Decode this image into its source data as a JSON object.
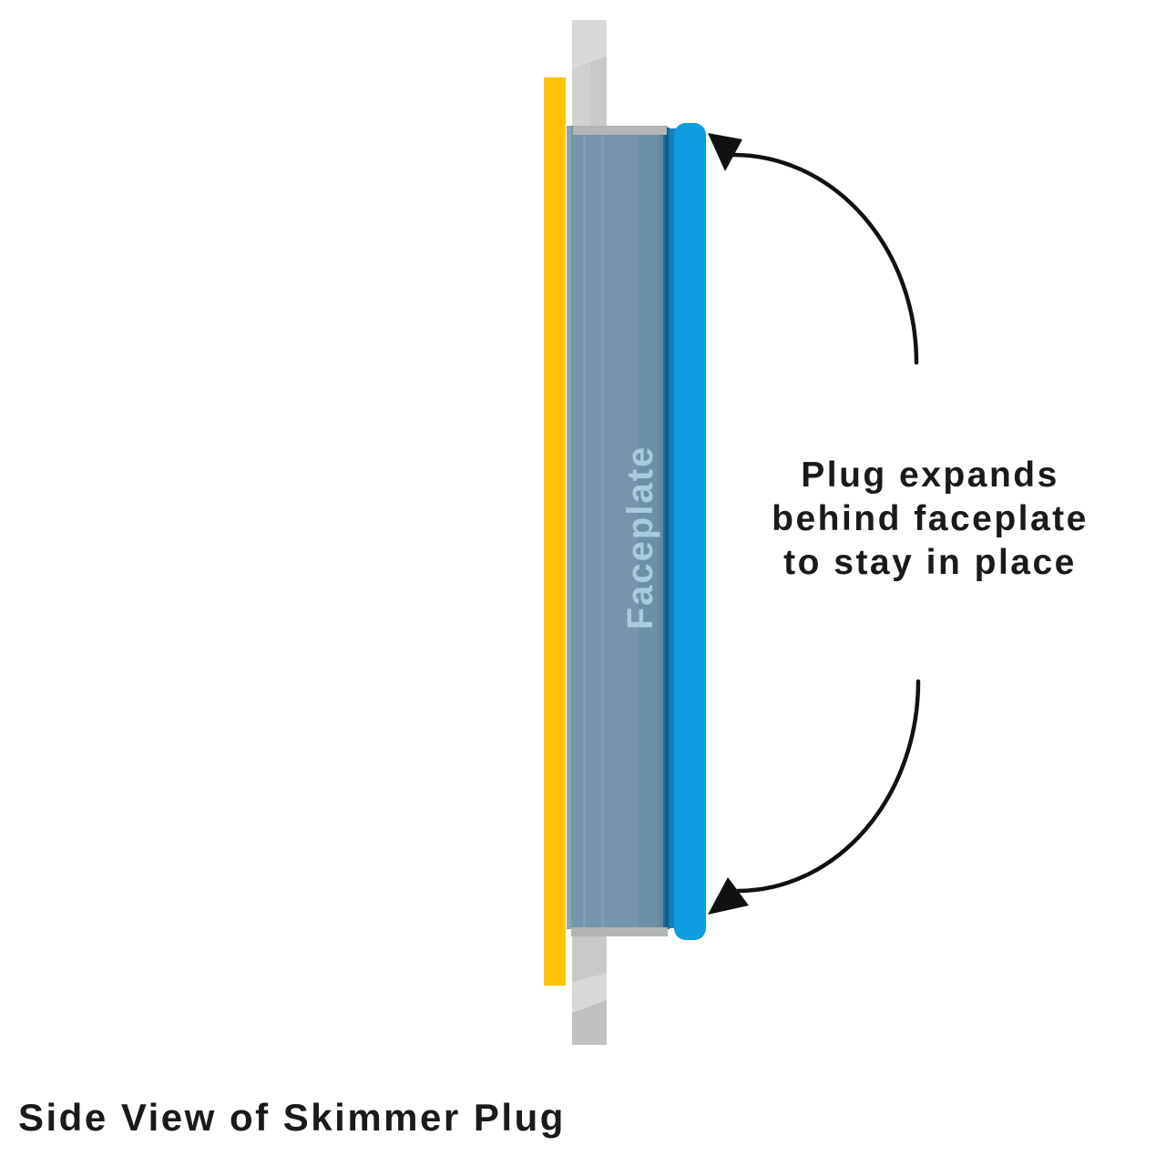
{
  "diagram": {
    "title": "Side View of Skimmer Plug",
    "faceplate_label": "Faceplate",
    "annotation_lines": [
      "Plug expands",
      "behind faceplate",
      "to stay in place"
    ],
    "colors": {
      "background": "#FFFFFF",
      "pipe_gray": "#C9C9C9",
      "pipe_gray_light": "#D8D8D8",
      "pipe_gray_mid": "#D1D1D1",
      "pipe_gray_dark": "#C1C1C1",
      "cap_gray": "#B4B5B5",
      "wall_yellow": "#FFC30D",
      "faceplate_blue": "#7495AB",
      "faceplate_highlight": "#88A6B8",
      "faceplate_seam": "#81A0B3",
      "faceplate_shade": "#6C90A5",
      "faceplate_shade_dark": "#63899F",
      "plug_stem_dark": "#1A6A9C",
      "plug_stem_line": "#12577F",
      "plug_stem_mid": "#1581BD",
      "plug_blue": "#0D9DE0",
      "faceplate_label_color": "#A9CBDC",
      "arrow_black": "#111111",
      "text_black": "#1A1A1A"
    }
  }
}
